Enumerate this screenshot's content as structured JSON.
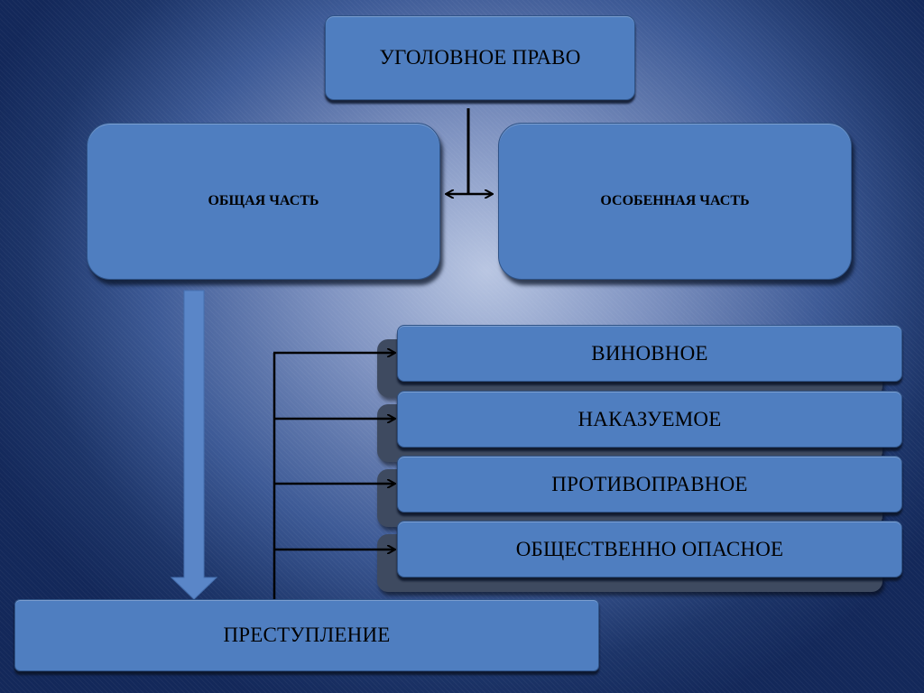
{
  "root": {
    "label": "УГОЛОВНОЕ ПРАВО"
  },
  "general_part": {
    "label": "ОБЩАЯ ЧАСТЬ"
  },
  "special_part": {
    "label": "ОСОБЕННАЯ ЧАСТЬ"
  },
  "features": [
    {
      "label": "ВИНОВНОЕ"
    },
    {
      "label": "НАКАЗУЕМОЕ"
    },
    {
      "label": "ПРОТИВОПРАВНОЕ"
    },
    {
      "label": "ОБЩЕСТВЕННО ОПАСНОЕ"
    }
  ],
  "crime": {
    "label": "ПРЕСТУПЛЕНИЕ"
  },
  "colors": {
    "box_fill": "#4f7ec0",
    "arrow_fill": "#5a86c8",
    "connector": "#000000"
  }
}
